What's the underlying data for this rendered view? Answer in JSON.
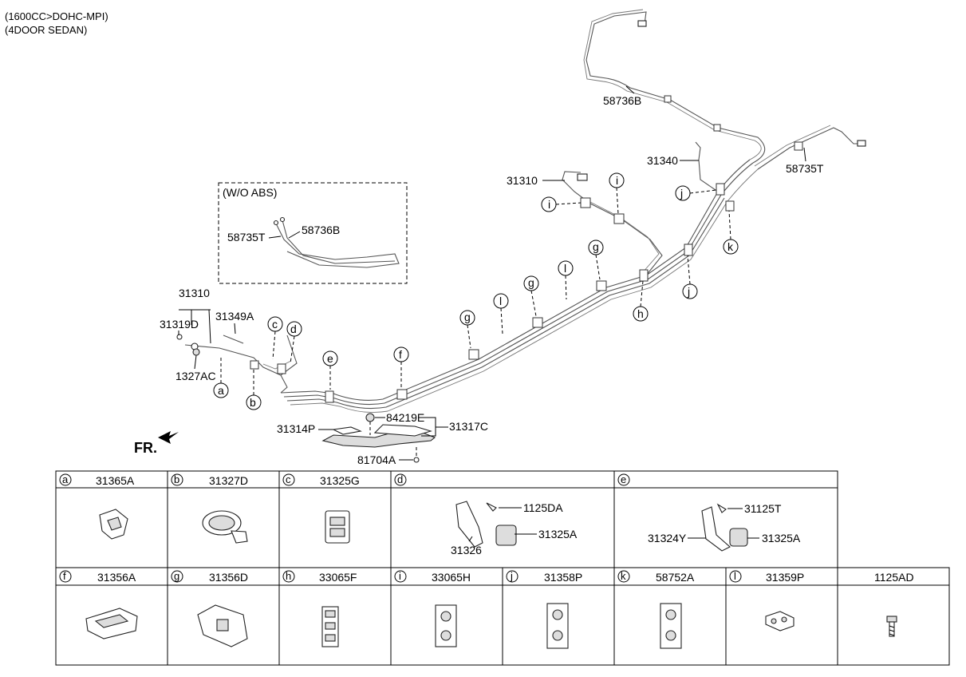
{
  "header": {
    "line1": "(1600CC>DOHC-MPI)",
    "line2": "(4DOOR SEDAN)"
  },
  "inset": {
    "title": "(W/O ABS)",
    "labels": [
      "58735T",
      "58736B"
    ]
  },
  "callouts": {
    "p58736B": "58736B",
    "p58735T": "58735T",
    "p31340": "31340",
    "p31310_top": "31310",
    "p31310_left": "31310",
    "p31319D": "31319D",
    "p31349A": "31349A",
    "p1327AC": "1327AC",
    "p31314P": "31314P",
    "p84219E": "84219E",
    "p31317C": "31317C",
    "p81704A": "81704A"
  },
  "front_marker": "FR.",
  "letters": [
    "a",
    "b",
    "c",
    "d",
    "e",
    "f",
    "g",
    "h",
    "i",
    "j",
    "k",
    "l"
  ],
  "table": {
    "row1": [
      {
        "letter": "a",
        "part": "31365A"
      },
      {
        "letter": "b",
        "part": "31327D"
      },
      {
        "letter": "c",
        "part": "31325G"
      },
      {
        "letter": "d",
        "part": "",
        "sub": [
          "1125DA",
          "31325A",
          "31326"
        ]
      },
      {
        "letter": "e",
        "part": "",
        "sub": [
          "31125T",
          "31324Y",
          "31325A"
        ]
      }
    ],
    "row2": [
      {
        "letter": "f",
        "part": "31356A"
      },
      {
        "letter": "g",
        "part": "31356D"
      },
      {
        "letter": "h",
        "part": "33065F"
      },
      {
        "letter": "i",
        "part": "33065H"
      },
      {
        "letter": "j",
        "part": "31358P"
      },
      {
        "letter": "k",
        "part": "58752A"
      },
      {
        "letter": "l",
        "part": "31359P"
      },
      {
        "letter": "",
        "part": "1125AD"
      }
    ]
  }
}
